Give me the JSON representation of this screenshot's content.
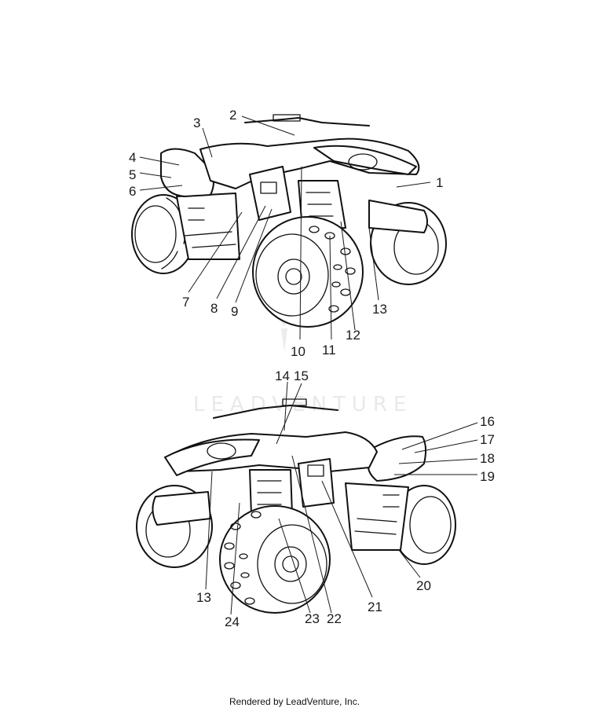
{
  "watermark": {
    "text": "LEADVENTURE"
  },
  "footer": {
    "text": "Rendered by LeadVenture, Inc."
  },
  "views": {
    "top": {
      "callouts": [
        "1",
        "2",
        "3",
        "4",
        "5",
        "6",
        "7",
        "8",
        "9",
        "10",
        "11",
        "12",
        "13"
      ]
    },
    "bottom": {
      "callouts": [
        "14",
        "15",
        "16",
        "17",
        "18",
        "19",
        "20",
        "21",
        "22",
        "23",
        "24",
        "13"
      ]
    }
  }
}
